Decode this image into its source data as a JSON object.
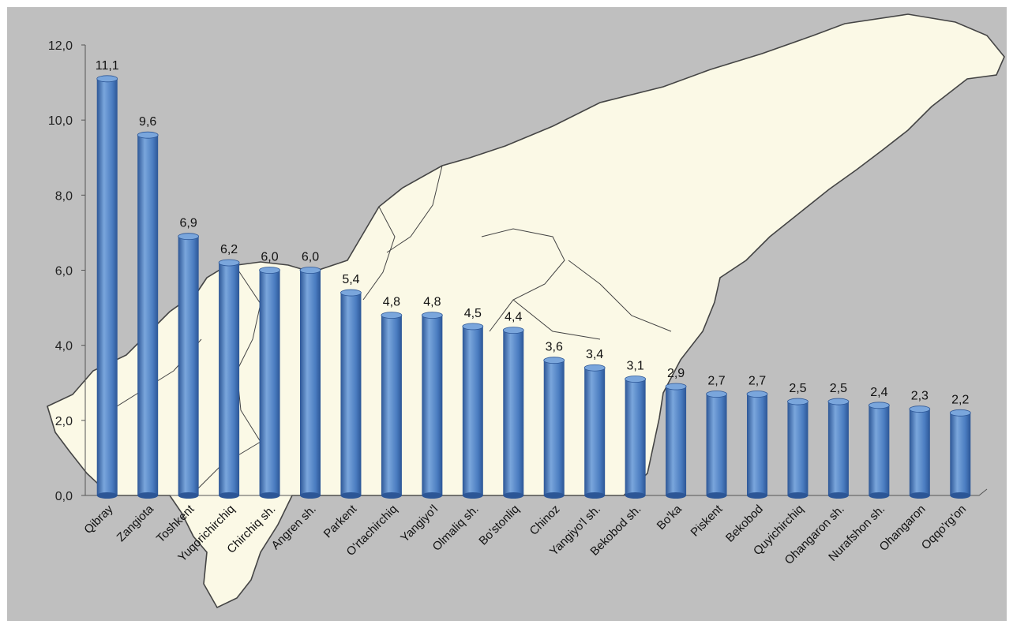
{
  "chart_data": {
    "type": "bar",
    "categories": [
      "Qibray",
      "Zangiota",
      "Toshkent",
      "Yuqorichirchiq",
      "Chirchiq sh.",
      "Angren sh.",
      "Parkent",
      "O'rtachirchiq",
      "Yangiyo'l",
      "Olmaliq sh.",
      "Bo'stonliq",
      "Chinoz",
      "Yangiyo'l sh.",
      "Bekobod sh.",
      "Bo'ka",
      "Piskent",
      "Bekobod",
      "Quyichirchiq",
      "Ohangaron sh.",
      "Nurafshon sh.",
      "Ohangaron",
      "Oqqo'rg'on"
    ],
    "values": [
      11.1,
      9.6,
      6.9,
      6.2,
      6.0,
      6.0,
      5.4,
      4.8,
      4.8,
      4.5,
      4.4,
      3.6,
      3.4,
      3.1,
      2.9,
      2.7,
      2.7,
      2.5,
      2.5,
      2.4,
      2.3,
      2.2
    ],
    "value_labels": [
      "11,1",
      "9,6",
      "6,9",
      "6,2",
      "6,0",
      "6,0",
      "5,4",
      "4,8",
      "4,8",
      "4,5",
      "4,4",
      "3,6",
      "3,4",
      "3,1",
      "2,9",
      "2,7",
      "2,7",
      "2,5",
      "2,5",
      "2,4",
      "2,3",
      "2,2"
    ],
    "yticks": [
      "0,0",
      "2,0",
      "4,0",
      "6,0",
      "8,0",
      "10,0",
      "12,0"
    ],
    "ylim": [
      0,
      12
    ],
    "title": "",
    "xlabel": "",
    "ylabel": "",
    "grid": false,
    "colors": {
      "bar": "#4a7cc0",
      "bar_dark": "#2c5696",
      "bar_light": "#7aa6dc",
      "background": "#bfbfbf",
      "map_fill": "#fbf9e6",
      "map_stroke": "#444444"
    }
  }
}
